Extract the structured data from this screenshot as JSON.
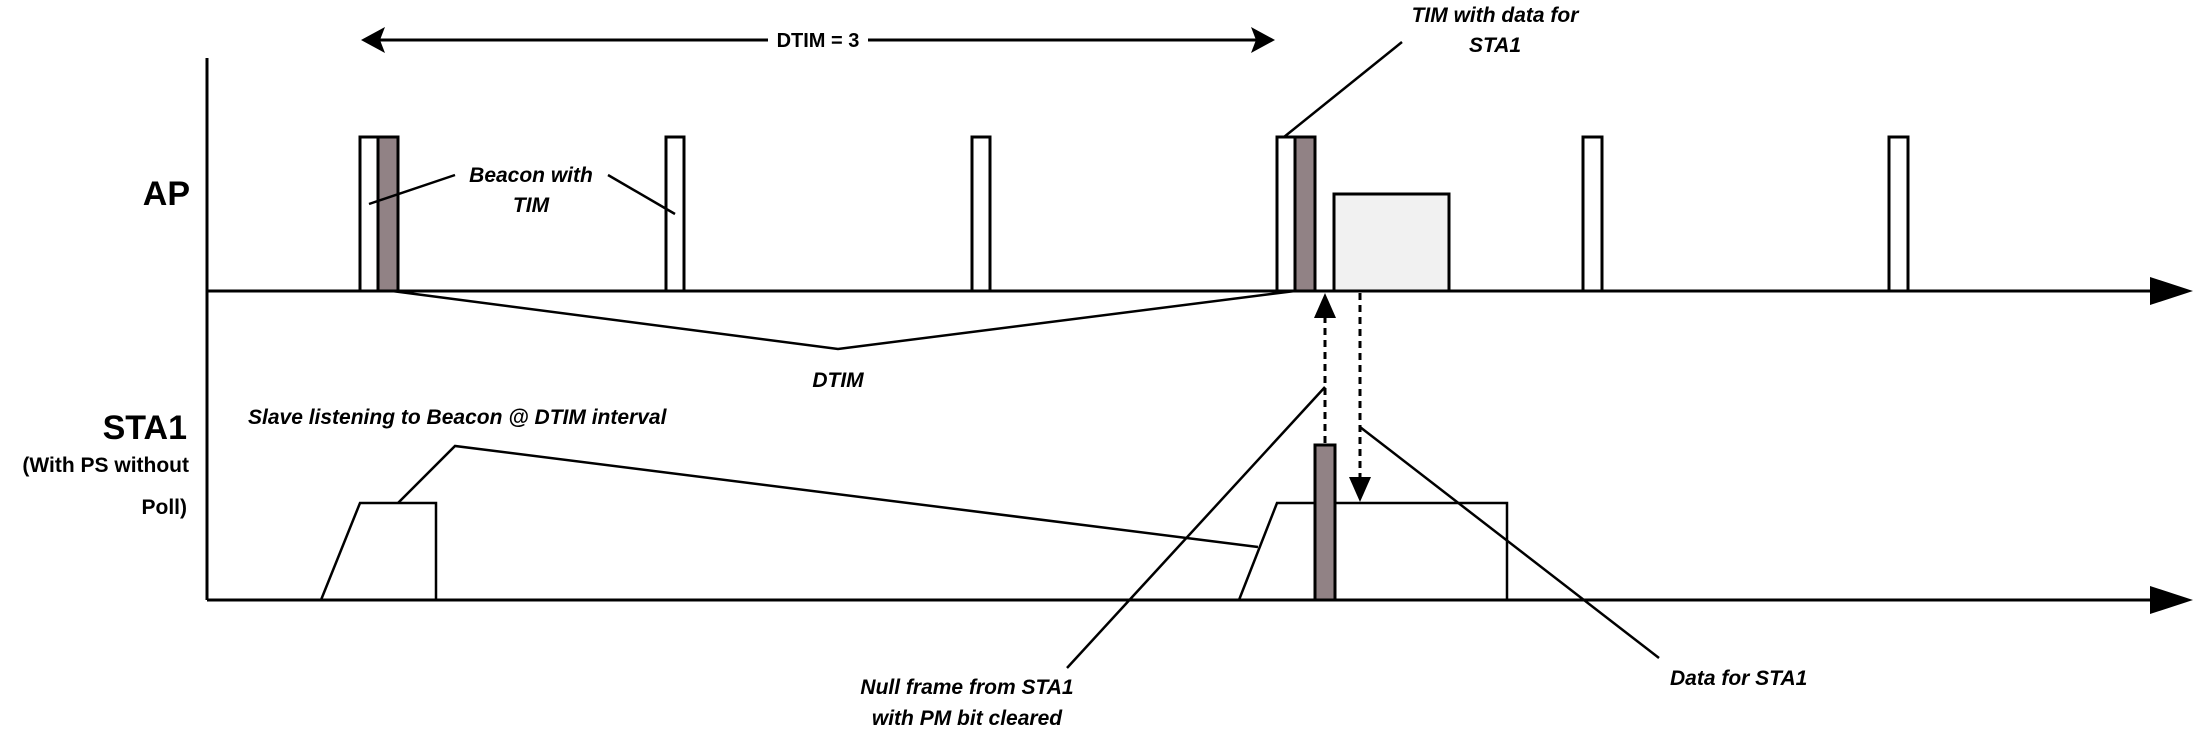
{
  "lanes": {
    "ap": {
      "title": "AP"
    },
    "sta": {
      "title": "STA1",
      "subtitle_line1": "(With PS without",
      "subtitle_line2": "Poll)"
    }
  },
  "annotations": {
    "dtim_span": "DTIM = 3",
    "dtim_bracket": "DTIM",
    "beacon_line1": "Beacon with",
    "beacon_line2": "TIM",
    "tim_data_line1": "TIM with data for",
    "tim_data_line2": "STA1",
    "slave_listening": "Slave listening to Beacon @ DTIM interval",
    "null_frame_line1": "Null frame from STA1",
    "null_frame_line2": "with PM bit cleared",
    "data_for_sta": "Data for STA1"
  },
  "ap_beacons": [
    {
      "index": 1,
      "has_tim": true
    },
    {
      "index": 2,
      "has_tim": false
    },
    {
      "index": 3,
      "has_tim": false
    },
    {
      "index": 4,
      "has_tim": true,
      "tim_has_data": true
    },
    {
      "index": 5,
      "has_tim": false
    },
    {
      "index": 6,
      "has_tim": false
    }
  ],
  "dtim_period": 3,
  "colors": {
    "tim_frame": "#918285",
    "data_frame": "#f1f1f1",
    "line": "#000000",
    "background": "#ffffff"
  }
}
